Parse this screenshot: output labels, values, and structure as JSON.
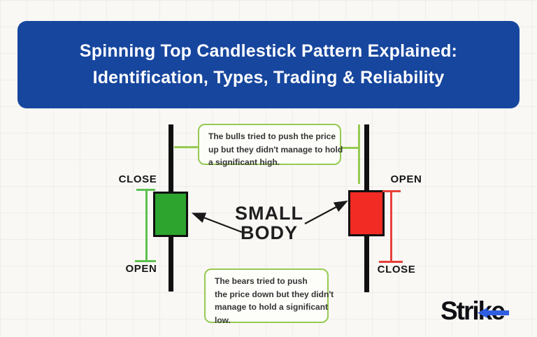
{
  "header": {
    "title_lines": [
      "Spinning Top Candlestick Pattern Explained:",
      "Identification, Types, Trading & Reliability"
    ],
    "bg_color": "#17469e",
    "text_color": "#ffffff"
  },
  "diagram": {
    "center_label_lines": [
      "SMALL",
      "BODY"
    ],
    "bullish_candle": {
      "type": "bullish-spinning-top",
      "body_color": "#2da42e",
      "measure_color": "#5dc150",
      "top_label": "CLOSE",
      "bottom_label": "OPEN"
    },
    "bearish_candle": {
      "type": "bearish-spinning-top",
      "body_color": "#f22b24",
      "measure_color": "#e8403a",
      "top_label": "OPEN",
      "bottom_label": "CLOSE"
    },
    "callout_top": {
      "border_color": "#96ca52",
      "lines": [
        "The bulls tried to push the price",
        "up but they didn't manage to hold",
        "a significant high."
      ]
    },
    "callout_bottom": {
      "border_color": "#96ca52",
      "lines": [
        "The bears tried to push",
        "the price down but they didn't",
        "manage to hold a significant",
        "low."
      ]
    }
  },
  "logo": {
    "part1": "Strik",
    "part2": "e",
    "arrow_color": "#2f5fe0"
  }
}
